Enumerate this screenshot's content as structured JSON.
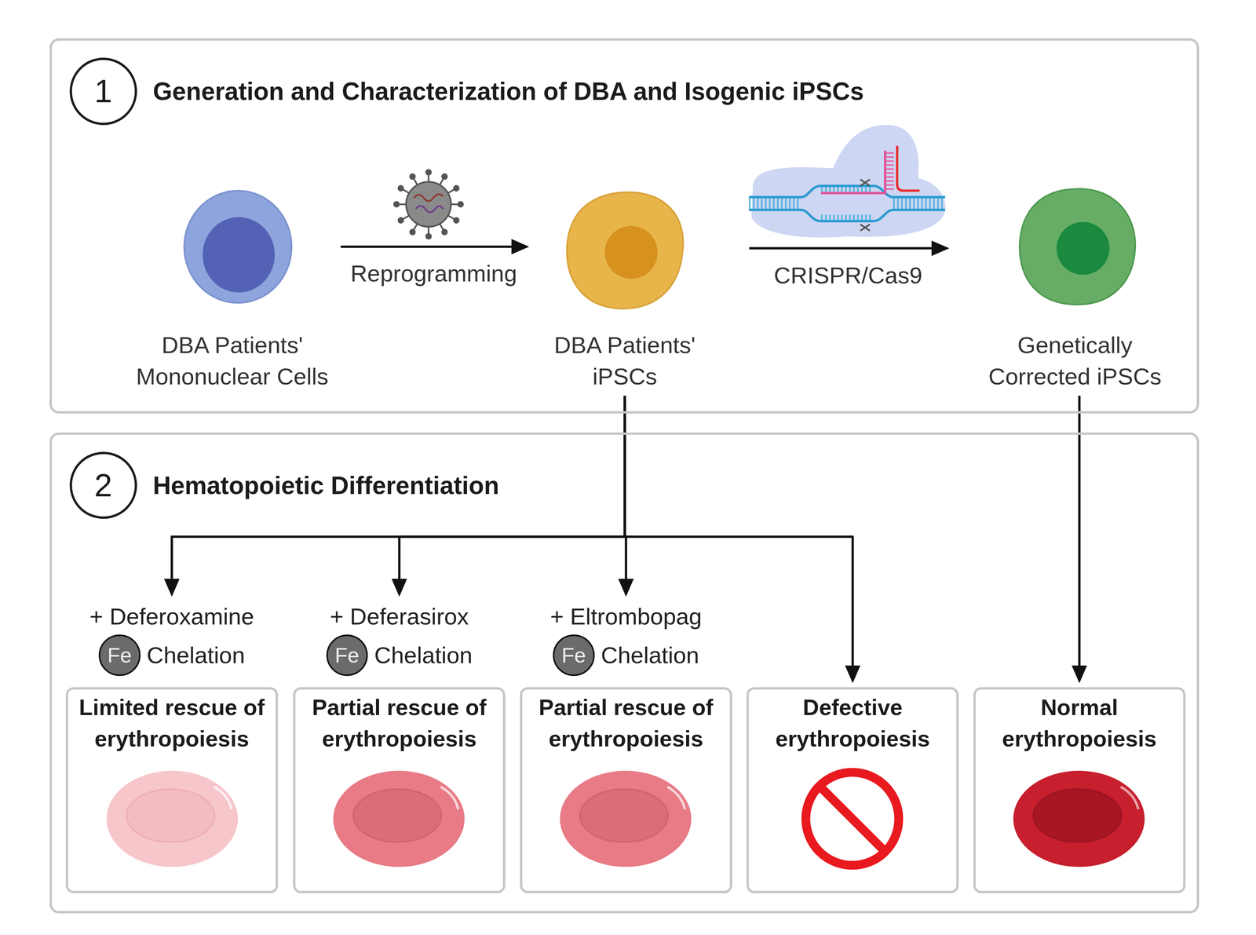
{
  "diagram": {
    "nodes": [
      {
        "text": [
          "1",
          "Generation and Characterization of DBA and Isogenic iPSCs"
        ]
      },
      {
        "text": [
          "DBA Patients' Mononuclear Cells"
        ],
        "in": 0
      },
      {
        "text": [
          "DBA Patients' iPSCs"
        ],
        "in": 0
      },
      {
        "text": [
          "Genetically Corrected iPSCs"
        ],
        "in": 0
      },
      {
        "text": [
          "2",
          "Hematopoietic Differentiation"
        ]
      },
      {
        "text": [
          "+ Deferoxamine",
          "Fe",
          "Chelation",
          "Limited rescue of erythropoiesis"
        ],
        "in": 4
      },
      {
        "text": [
          "+ Deferasirox",
          "Fe",
          "Chelation",
          "Partial rescue of erythropoiesis"
        ],
        "in": 4
      },
      {
        "text": [
          "+ Eltrombopag",
          "Fe",
          "Chelation",
          "Partial rescue of erythropoiesis"
        ],
        "in": 4
      },
      {
        "text": [
          "Defective erythropoiesis"
        ],
        "in": 4
      },
      {
        "text": [
          "Normal erythropoiesis"
        ],
        "in": 4
      }
    ],
    "edges": [
      {
        "from": 1,
        "to": 2,
        "arrow": "to",
        "label": "Reprogramming"
      },
      {
        "from": 2,
        "to": 3,
        "arrow": "to",
        "label": "CRISPR/Cas9"
      },
      {
        "from": 2,
        "to": 5,
        "arrow": "to"
      },
      {
        "from": 2,
        "to": 6,
        "arrow": "to"
      },
      {
        "from": 2,
        "to": 7,
        "arrow": "to"
      },
      {
        "from": 2,
        "to": 8,
        "arrow": "to"
      },
      {
        "from": 3,
        "to": 9,
        "arrow": "to"
      }
    ]
  }
}
